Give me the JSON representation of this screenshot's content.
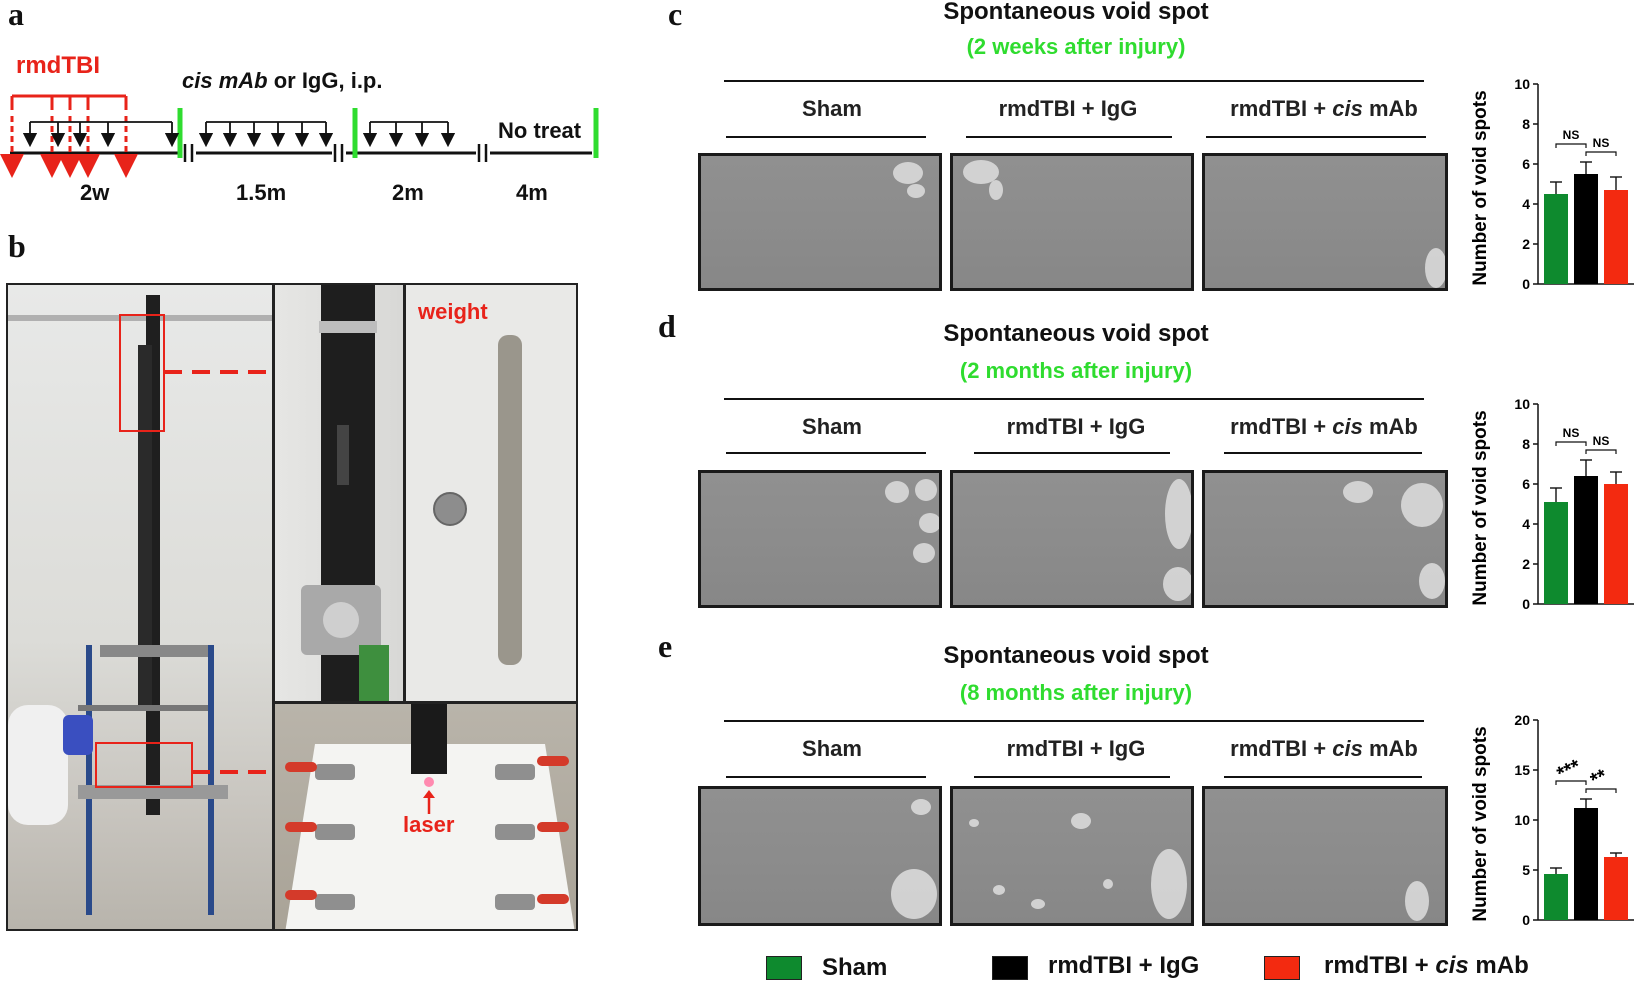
{
  "panels": {
    "a": "a",
    "b": "b",
    "c": "c",
    "d": "d",
    "e": "e"
  },
  "timeline": {
    "rmdtbi_label": "rmdTBI",
    "treatment_label_italic": "cis mAb",
    "treatment_label_rest": " or IgG, i.p.",
    "no_treat": "No treat",
    "durations": [
      "2w",
      "1.5m",
      "2m",
      "4m"
    ]
  },
  "photo_labels": {
    "weight": "weight",
    "laser": "laser"
  },
  "colors": {
    "sham": "#0e8a2e",
    "igg": "#000000",
    "cis": "#f32a10",
    "accent_green": "#2fdc2f",
    "red": "#e8231a"
  },
  "groups": {
    "sham": "Sham",
    "igg": "rmdTBI + IgG",
    "cis_prefix": "rmdTBI + ",
    "cis_italic": "cis",
    "cis_suffix": " mAb"
  },
  "rows": [
    {
      "title": "Spontaneous void spot",
      "subtitle": "(2 weeks after injury)"
    },
    {
      "title": "Spontaneous void spot",
      "subtitle": "(2 months after injury)"
    },
    {
      "title": "Spontaneous void spot",
      "subtitle": "(8 months after injury)"
    }
  ],
  "legend": {
    "sham": "Sham",
    "igg": "rmdTBI + IgG",
    "cis_prefix": "rmdTBI + ",
    "cis_italic": "cis",
    "cis_suffix": " mAb"
  },
  "chart_data": [
    {
      "type": "bar",
      "panel": "c",
      "categories": [
        "Sham",
        "rmdTBI + IgG",
        "rmdTBI + cis mAb"
      ],
      "values": [
        4.5,
        5.5,
        4.7
      ],
      "errors": [
        0.6,
        0.6,
        0.65
      ],
      "ylabel": "Number of void spots",
      "ylim": [
        0,
        10
      ],
      "yticks": [
        0,
        2,
        4,
        6,
        8,
        10
      ],
      "significance": [
        {
          "pair": [
            0,
            1
          ],
          "label": "NS"
        },
        {
          "pair": [
            1,
            2
          ],
          "label": "NS"
        }
      ]
    },
    {
      "type": "bar",
      "panel": "d",
      "categories": [
        "Sham",
        "rmdTBI + IgG",
        "rmdTBI + cis mAb"
      ],
      "values": [
        5.1,
        6.4,
        6.0
      ],
      "errors": [
        0.7,
        0.8,
        0.6
      ],
      "ylabel": "Number of void spots",
      "ylim": [
        0,
        10
      ],
      "yticks": [
        0,
        2,
        4,
        6,
        8,
        10
      ],
      "significance": [
        {
          "pair": [
            0,
            1
          ],
          "label": "NS"
        },
        {
          "pair": [
            1,
            2
          ],
          "label": "NS"
        }
      ]
    },
    {
      "type": "bar",
      "panel": "e",
      "categories": [
        "Sham",
        "rmdTBI + IgG",
        "rmdTBI + cis mAb"
      ],
      "values": [
        4.6,
        11.2,
        6.3
      ],
      "errors": [
        0.6,
        0.9,
        0.4
      ],
      "ylabel": "Number of void spots",
      "ylim": [
        0,
        20
      ],
      "yticks": [
        0,
        5,
        10,
        15,
        20
      ],
      "significance": [
        {
          "pair": [
            0,
            1
          ],
          "label": "***"
        },
        {
          "pair": [
            1,
            2
          ],
          "label": "**"
        }
      ]
    }
  ]
}
